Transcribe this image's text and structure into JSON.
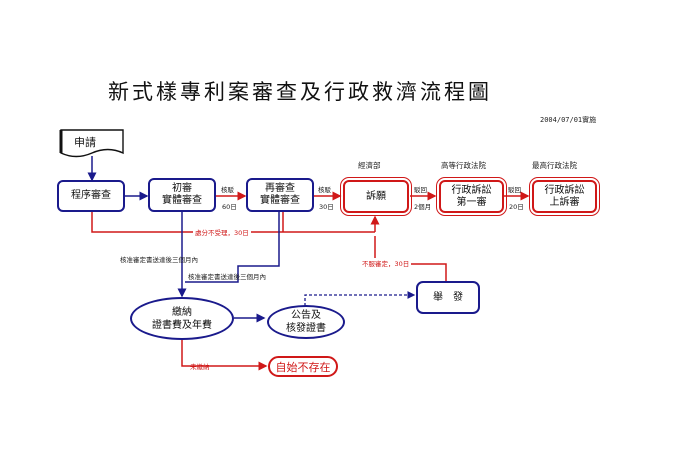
{
  "title": "新式樣專利案審查及行政救濟流程圖",
  "date": "2004/07/01實施",
  "nodes": {
    "apply": "申請",
    "procedure": "程序審查",
    "first_line1": "初審",
    "first_line2": "實體審查",
    "re_line1": "再審查",
    "re_line2": "實體審查",
    "appeal": "訴願",
    "admin_line1": "行政訴訟",
    "admin_line2": "第一審",
    "supreme_line1": "行政訴訟",
    "supreme_line2": "上訴審",
    "pay_line1": "繳納",
    "pay_line2": "證書費及年費",
    "announce_line1": "公告及",
    "announce_line2": "核發證書",
    "report": "舉　發",
    "invalid": "自始不存在"
  },
  "orgs": {
    "moea": "經濟部",
    "high_court": "高等行政法院",
    "supreme_court": "最高行政法院"
  },
  "labels": {
    "appeal1": "核駁",
    "days60": "60日",
    "appeal2": "核駁",
    "days30a": "30日",
    "reject_back1": "駁回",
    "days2m": "2個月",
    "reject_back2": "駁回",
    "days20": "20日",
    "dismissed": "處分不受理，30日",
    "not_accepted": "不服審定，30日",
    "approve1": "核准審定書送達後三個月內",
    "approve2": "核准審定書送達後三個月內",
    "unpaid": "未繳納"
  }
}
